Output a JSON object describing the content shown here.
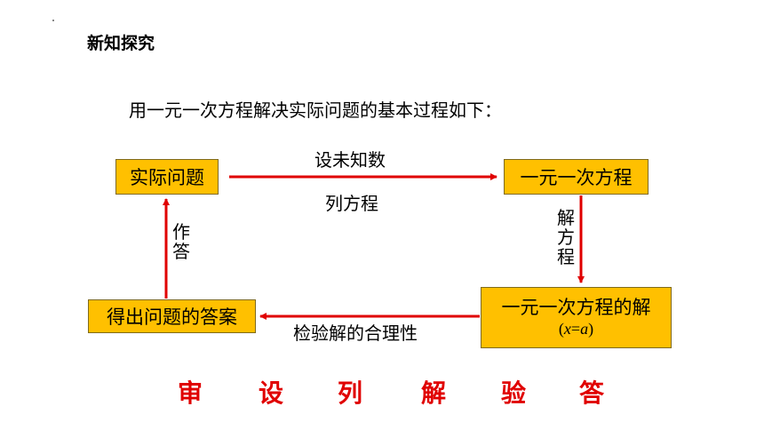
{
  "header": {
    "section_title": "新知探究"
  },
  "intro_text": "用一元一次方程解决实际问题的基本过程如下：",
  "nodes": {
    "problem": "实际问题",
    "equation": "一元一次方程",
    "solution": "一元一次方程的解",
    "solution_formula": {
      "open": "(",
      "var": "x",
      "eq": "=",
      "val": "a",
      "close": ")"
    },
    "answer": "得出问题的答案"
  },
  "edges": {
    "top_above": "设未知数",
    "top_below": "列方程",
    "right": [
      "解",
      "方",
      "程"
    ],
    "bottom": "检验解的合理性",
    "left": [
      "作",
      "答"
    ]
  },
  "steps": [
    "审",
    "设",
    "列",
    "解",
    "验",
    "答"
  ],
  "colors": {
    "box_fill": "#FFC000",
    "arrow": "#E00000",
    "steps_text": "#E00000"
  }
}
